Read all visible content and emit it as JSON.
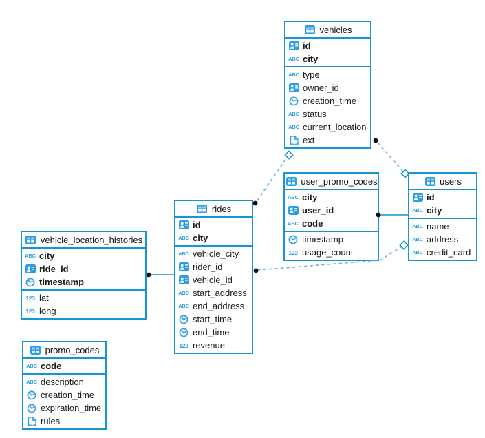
{
  "diagram": {
    "colors": {
      "accent": "#1794d6",
      "icon": "#2d9de2",
      "dashed_line": "#70b4e2",
      "dot": "#0d0d0d"
    },
    "tables": [
      {
        "name": "vehicles",
        "columns": [
          {
            "icon": "id",
            "label": "id",
            "pk": true
          },
          {
            "icon": "abc",
            "label": "city",
            "pk": true
          },
          {
            "icon": "abc",
            "label": "type"
          },
          {
            "icon": "id",
            "label": "owner_id"
          },
          {
            "icon": "clock",
            "label": "creation_time"
          },
          {
            "icon": "abc",
            "label": "status"
          },
          {
            "icon": "abc",
            "label": "current_location"
          },
          {
            "icon": "json",
            "label": "ext"
          }
        ]
      },
      {
        "name": "user_promo_codes",
        "columns": [
          {
            "icon": "abc",
            "label": "city",
            "pk": true
          },
          {
            "icon": "id",
            "label": "user_id",
            "pk": true
          },
          {
            "icon": "abc",
            "label": "code",
            "pk": true
          },
          {
            "icon": "clock",
            "label": "timestamp"
          },
          {
            "icon": "num",
            "label": "usage_count"
          }
        ]
      },
      {
        "name": "users",
        "columns": [
          {
            "icon": "id",
            "label": "id",
            "pk": true
          },
          {
            "icon": "abc",
            "label": "city",
            "pk": true
          },
          {
            "icon": "abc",
            "label": "name"
          },
          {
            "icon": "abc",
            "label": "address"
          },
          {
            "icon": "abc",
            "label": "credit_card"
          }
        ]
      },
      {
        "name": "rides",
        "columns": [
          {
            "icon": "id",
            "label": "id",
            "pk": true
          },
          {
            "icon": "abc",
            "label": "city",
            "pk": true
          },
          {
            "icon": "abc",
            "label": "vehicle_city"
          },
          {
            "icon": "id",
            "label": "rider_id"
          },
          {
            "icon": "id",
            "label": "vehicle_id"
          },
          {
            "icon": "abc",
            "label": "start_address"
          },
          {
            "icon": "abc",
            "label": "end_address"
          },
          {
            "icon": "clock",
            "label": "start_time"
          },
          {
            "icon": "clock",
            "label": "end_time"
          },
          {
            "icon": "num",
            "label": "revenue"
          }
        ]
      },
      {
        "name": "vehicle_location_histories",
        "columns": [
          {
            "icon": "abc",
            "label": "city",
            "pk": true
          },
          {
            "icon": "id",
            "label": "ride_id",
            "pk": true
          },
          {
            "icon": "clock",
            "label": "timestamp",
            "pk": true
          },
          {
            "icon": "num",
            "label": "lat"
          },
          {
            "icon": "num",
            "label": "long"
          }
        ]
      },
      {
        "name": "promo_codes",
        "columns": [
          {
            "icon": "abc",
            "label": "code",
            "pk": true
          },
          {
            "icon": "abc",
            "label": "description"
          },
          {
            "icon": "clock",
            "label": "creation_time"
          },
          {
            "icon": "clock",
            "label": "expiration_time"
          },
          {
            "icon": "json",
            "label": "rules"
          }
        ]
      }
    ],
    "relationships": [
      {
        "from": "vehicle_location_histories",
        "to": "rides",
        "style": "solid"
      },
      {
        "from": "user_promo_codes",
        "to": "users",
        "style": "solid"
      },
      {
        "from": "rides",
        "to": "users",
        "style": "dashed"
      },
      {
        "from": "rides",
        "to": "vehicles",
        "style": "dashed"
      },
      {
        "from": "vehicles",
        "to": "users",
        "style": "dashed"
      }
    ]
  }
}
